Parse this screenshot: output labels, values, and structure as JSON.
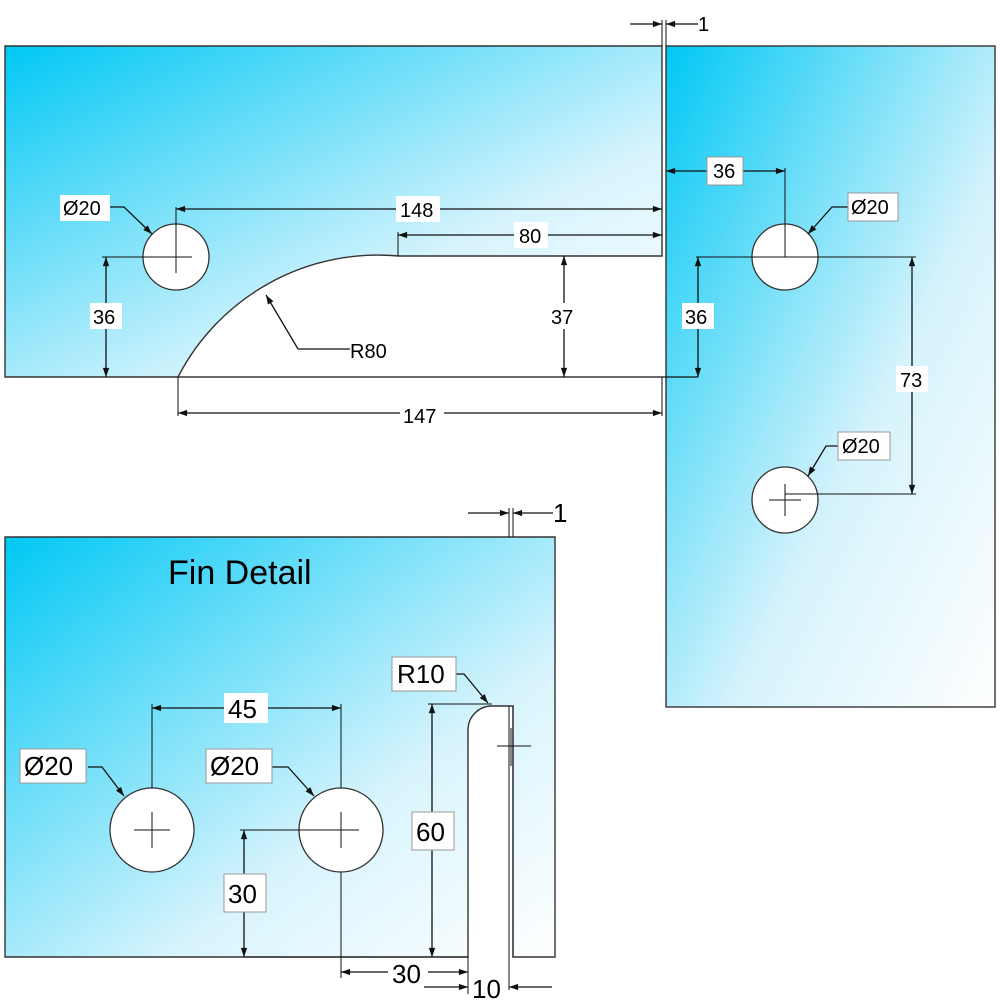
{
  "colors": {
    "glass_edge": "#00c8f4",
    "glass_light": "#ffffff",
    "line": "#111111"
  },
  "top": {
    "gap_label": "1",
    "hole_left_diameter": "Ø20",
    "dim_148": "148",
    "dim_80": "80",
    "dim_36_left": "36",
    "dim_37": "37",
    "radius_label": "R80",
    "dim_147": "147",
    "dim_36_horizontal": "36",
    "hole_right_top_diameter": "Ø20",
    "dim_36_right": "36",
    "dim_73": "73",
    "hole_right_bottom_diameter": "Ø20"
  },
  "fin": {
    "title": "Fin Detail",
    "gap_label": "1",
    "dim_45": "45",
    "hole_left_diameter": "Ø20",
    "hole_right_diameter": "Ø20",
    "radius_label": "R10",
    "dim_60": "60",
    "dim_30_vertical": "30",
    "dim_30_horizontal": "30",
    "dim_10": "10"
  }
}
